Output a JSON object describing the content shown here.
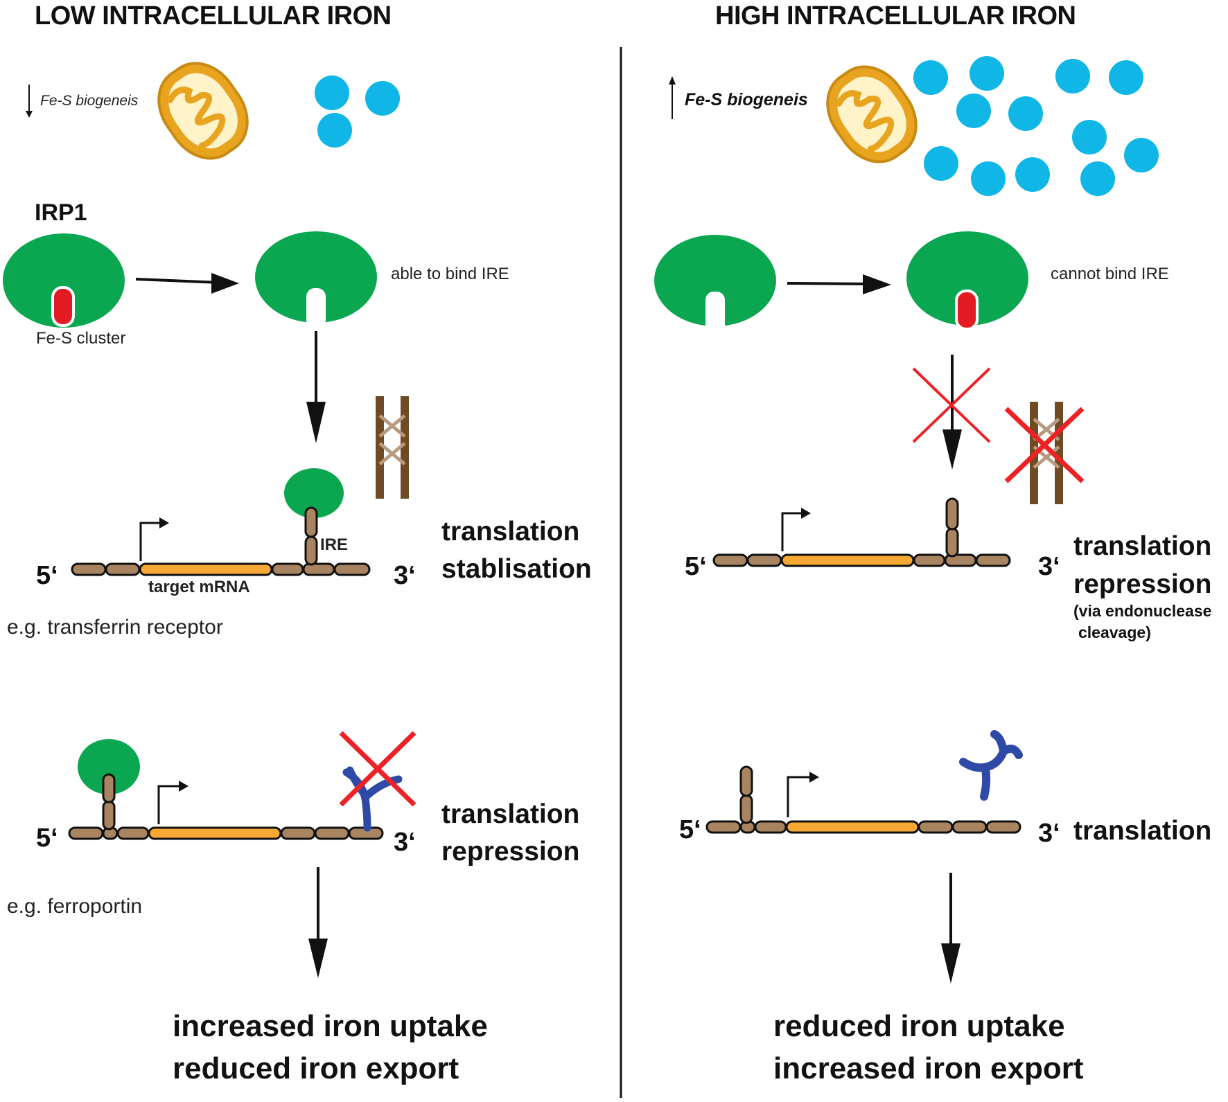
{
  "left": {
    "header": "LOW INTRACELLULAR IRON",
    "fes_label": "Fe-S biogeneis",
    "irp_label": "IRP1",
    "bind_label": "able to bind IRE",
    "cluster_label": "Fe-S cluster",
    "ire_label": "IRE",
    "target_label": "target mRNA",
    "five_prime": "5‘",
    "three_prime": "3‘",
    "effect1_line1": "translation",
    "effect1_line2": "stablisation",
    "example1": "e.g. transferrin receptor",
    "effect2_line1": "translation",
    "effect2_line2": "repression",
    "example2": "e.g. ferroportin",
    "outcome_line1": "increased iron uptake",
    "outcome_line2": "reduced iron export"
  },
  "right": {
    "header": "HIGH INTRACELLULAR IRON",
    "fes_label": "Fe-S biogeneis",
    "bind_label": "cannot bind IRE",
    "five_prime": "5‘",
    "three_prime": "3‘",
    "effect1_line1": "translation",
    "effect1_line2": "repression",
    "effect1_note1": "(via endonuclease",
    "effect1_note2": "cleavage)",
    "effect2": "translation",
    "outcome_line1": "reduced iron uptake",
    "outcome_line2": "increased iron export"
  },
  "colors": {
    "iron": "#10b6e6",
    "irp1": "#0aa650",
    "fes_cluster": "#e31b23",
    "mrna_segment": "#a98460",
    "orf": "#f7a733",
    "cross": "#ec2227",
    "ferroportin": "#2e4aa6",
    "mitochondrion": "#e8a31f"
  }
}
